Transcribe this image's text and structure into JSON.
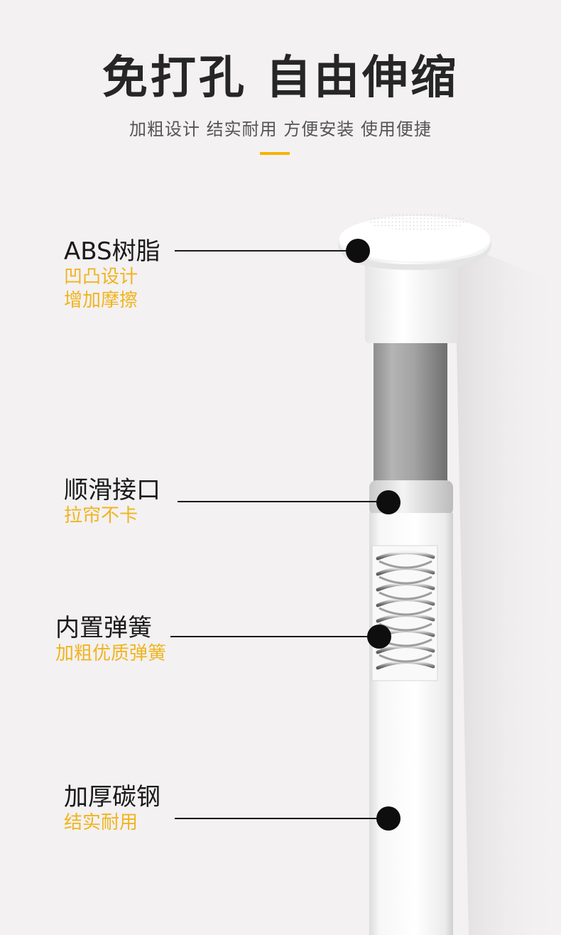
{
  "header": {
    "title": "免打孔 自由伸缩",
    "subtitle": "加粗设计 结实耐用 方便安装 使用便捷"
  },
  "colors": {
    "accent": "#f4b400",
    "desc_text": "#f0b41e",
    "title_text": "#262626",
    "background": "#f3f1f2"
  },
  "features": [
    {
      "name": "ABS树脂",
      "desc": [
        "凹凸设计",
        "增加摩擦"
      ]
    },
    {
      "name": "顺滑接口",
      "desc": [
        "拉帘不卡"
      ]
    },
    {
      "name": "内置弹簧",
      "desc": [
        "加粗优质弹簧"
      ]
    },
    {
      "name": "加厚碳钢",
      "desc": [
        "结实耐用"
      ]
    }
  ]
}
